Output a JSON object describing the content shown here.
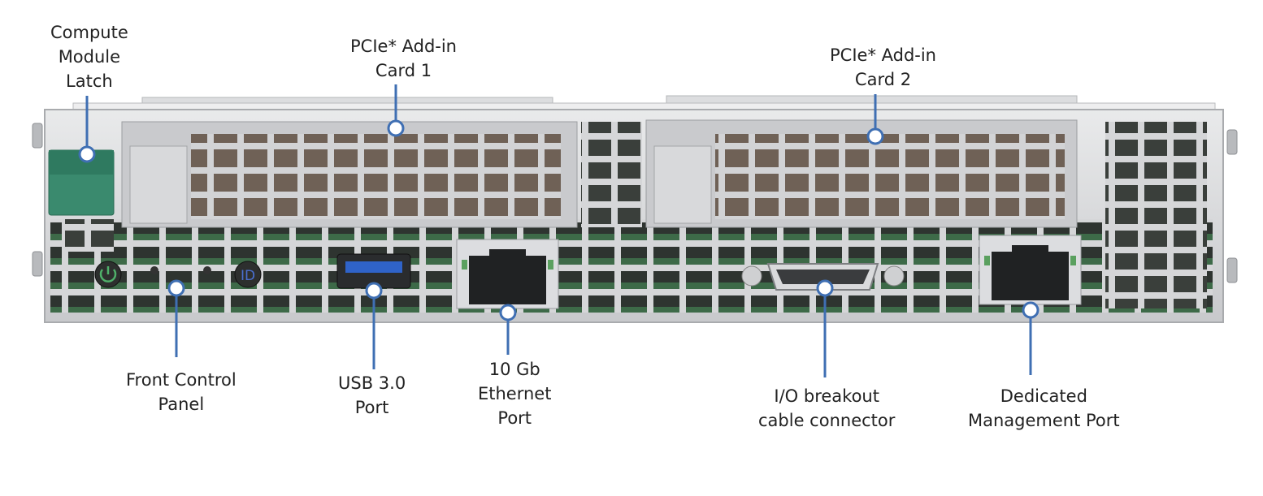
{
  "colors": {
    "chassis": "#d7d8da",
    "chassis_edge": "#a9abae",
    "grille": "#8e9094",
    "interior_dark": "#2f3a33",
    "interior_green": "#3f6a4a",
    "interior_brown": "#6a5a4c",
    "latch_green": "#3a8a6e",
    "callout_line": "#3f6fb3",
    "callout_dot": "#ffffff",
    "usb_blue": "#2f63c9",
    "label_text": "#222222"
  },
  "callouts": [
    {
      "id": "latch",
      "icon": "latch-icon",
      "lines": [
        "Compute",
        "Module",
        "Latch"
      ]
    },
    {
      "id": "pcie1",
      "icon": "pcie-card-icon",
      "lines": [
        "PCIe* Add-in",
        "Card 1"
      ]
    },
    {
      "id": "pcie2",
      "icon": "pcie-card-icon",
      "lines": [
        "PCIe* Add-in",
        "Card 2"
      ]
    },
    {
      "id": "fcp",
      "icon": "power-button-icon",
      "lines": [
        "Front Control",
        "Panel"
      ]
    },
    {
      "id": "usb",
      "icon": "usb-port-icon",
      "lines": [
        "USB 3.0",
        "Port"
      ]
    },
    {
      "id": "eth",
      "icon": "ethernet-port-icon",
      "lines": [
        "10 Gb",
        "Ethernet",
        "Port"
      ]
    },
    {
      "id": "io",
      "icon": "dsub-connector-icon",
      "lines": [
        "I/O breakout",
        "cable connector"
      ]
    },
    {
      "id": "mgmt",
      "icon": "ethernet-port-icon",
      "lines": [
        "Dedicated",
        "Management Port"
      ]
    }
  ],
  "front_panel": {
    "id_button_label": "ID"
  }
}
